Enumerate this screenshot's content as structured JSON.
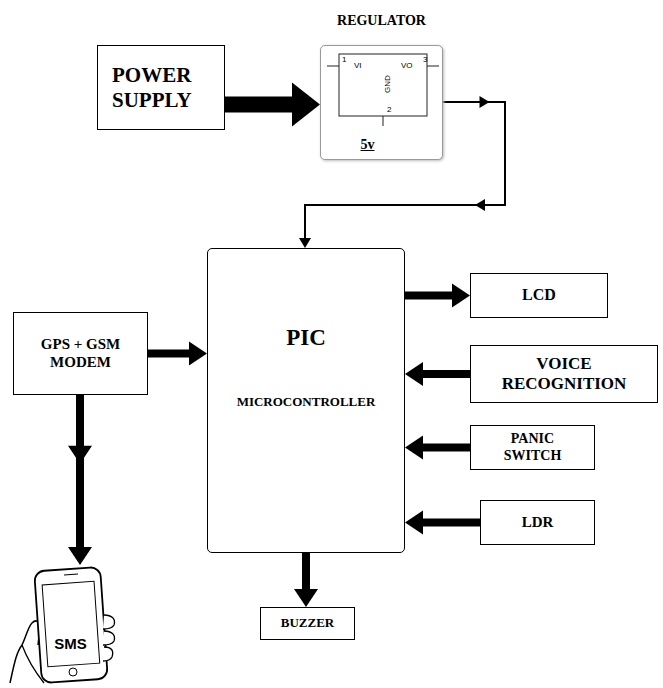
{
  "diagram": {
    "nodes": [
      {
        "text": [
          "POWER SUPPLY"
        ]
      },
      {
        "text": [
          "REGULATOR",
          "5v"
        ]
      },
      {
        "text": [
          "PIC",
          "MICROCONTROLLER"
        ]
      },
      {
        "text": [
          "LCD"
        ]
      },
      {
        "text": [
          "VOICE RECOGNITION"
        ]
      },
      {
        "text": [
          "PANIC SWITCH"
        ]
      },
      {
        "text": [
          "LDR"
        ]
      },
      {
        "text": [
          "GPS + GSM MODEM"
        ]
      },
      {
        "text": [
          "SMS"
        ]
      },
      {
        "text": [
          "BUZZER"
        ]
      }
    ],
    "edges": [
      {
        "from": 0,
        "to": 1,
        "arrow": "to"
      },
      {
        "from": 1,
        "to": 2,
        "arrow": "to"
      },
      {
        "from": 2,
        "to": 3,
        "arrow": "to"
      },
      {
        "from": 4,
        "to": 2,
        "arrow": "to"
      },
      {
        "from": 5,
        "to": 2,
        "arrow": "to"
      },
      {
        "from": 6,
        "to": 2,
        "arrow": "to"
      },
      {
        "from": 7,
        "to": 2,
        "arrow": "to"
      },
      {
        "from": 7,
        "to": 8,
        "arrow": "to"
      },
      {
        "from": 2,
        "to": 9,
        "arrow": "to"
      }
    ],
    "labels": [
      "1",
      "VI",
      "VO",
      "3",
      "GND",
      "2"
    ]
  }
}
